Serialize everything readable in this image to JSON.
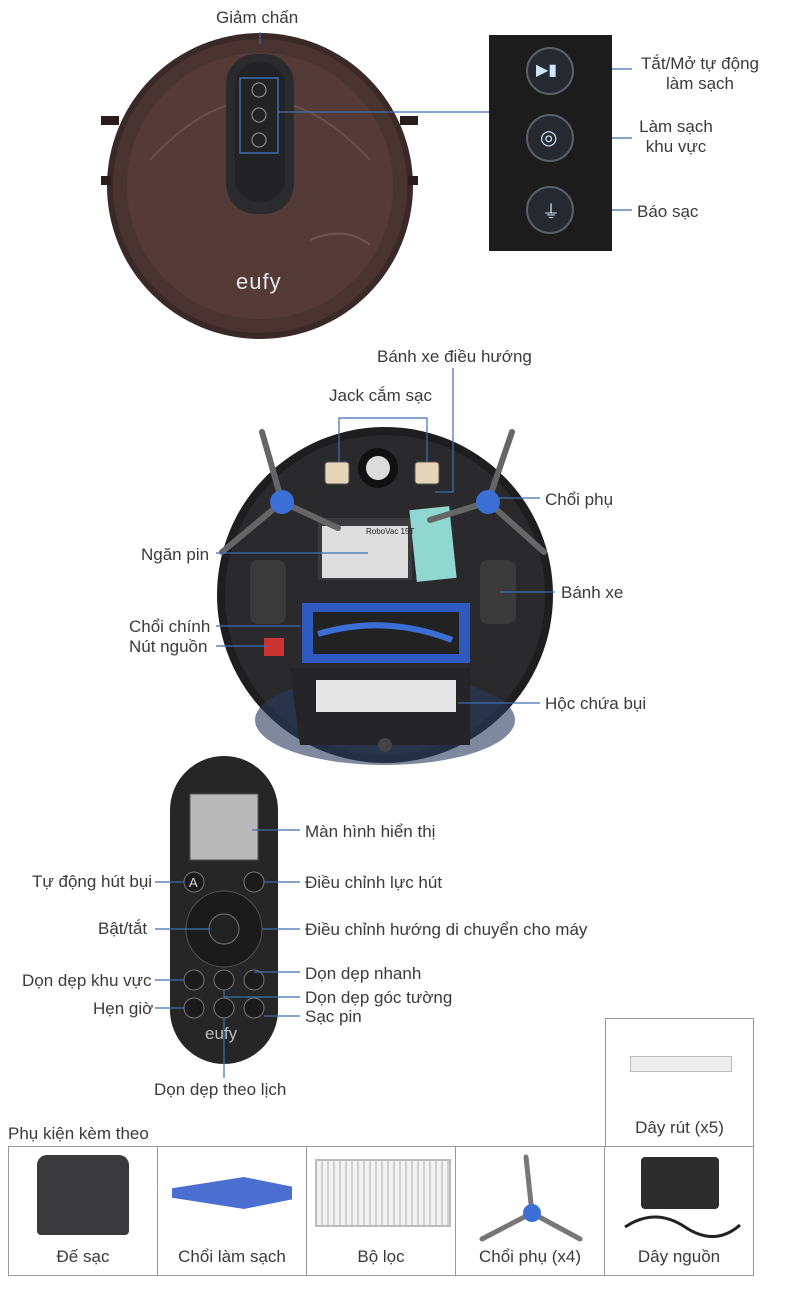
{
  "top": {
    "bumper": "Giảm chấn",
    "brand": "eufy",
    "panel_button_1": [
      "Tắt/Mở tự động",
      "làm sạch"
    ],
    "panel_button_2": [
      "Làm sạch",
      "khu vực"
    ],
    "panel_button_3": "Báo sạc"
  },
  "bottom": {
    "nav_wheel": "Bánh xe điều hướng",
    "charge_jack": "Jack cắm sạc",
    "side_brush": "Chổi phụ",
    "battery": "Ngăn pin",
    "wheel": "Bánh xe",
    "main_brush": "Chổi chính",
    "power_button": "Nút nguồn",
    "dust_bin": "Hộc chứa bụi",
    "sticker_model": "RoboVac 15T"
  },
  "remote": {
    "screen": "Màn hình hiển thị",
    "auto_clean": "Tự động hút bụi",
    "suction": "Điều chỉnh lực hút",
    "power": "Bật/tắt",
    "direction": "Điều chỉnh hướng di chuyển cho máy",
    "spot_clean": "Dọn dẹp khu vực",
    "quick_clean": "Dọn dẹp nhanh",
    "edge_clean": "Dọn dẹp góc tường",
    "timer": "Hẹn giờ",
    "charge": "Sạc pin",
    "schedule": "Dọn dẹp theo lịch",
    "brand": "eufy",
    "auto_glyph": "A"
  },
  "accessories": {
    "heading": "Phụ kiện kèm theo",
    "items": [
      "Dây rút (x5)",
      "Đế sạc",
      "Chổi làm sạch",
      "Bộ lọc",
      "Chổi phụ (x4)",
      "Dây nguồn"
    ]
  },
  "colors": {
    "robot_top": "#4a3432",
    "line_blue": "#3f6fb0",
    "brush_blue": "#3b6fd6"
  }
}
